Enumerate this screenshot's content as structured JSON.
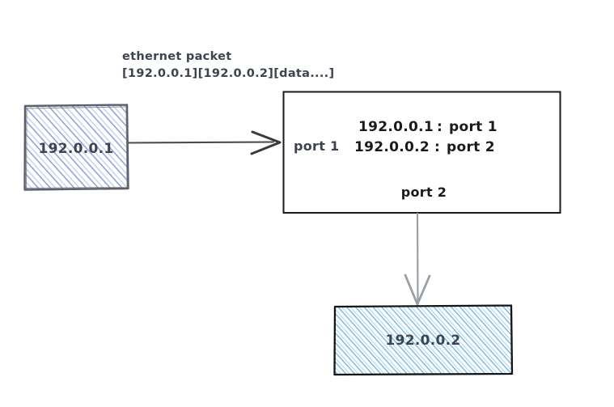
{
  "diagram": {
    "type": "network-switch-forwarding",
    "background_color": "#ffffff",
    "caption": {
      "line1": "ethernet packet",
      "line2": "[192.0.0.1][192.0.0.2][data....]"
    },
    "source_host": {
      "label": "192.0.0.1",
      "fill_color": "#7b8fd4",
      "border_color": "#5a5f6a"
    },
    "destination_host": {
      "label": "192.0.0.2",
      "fill_color": "#5ba9e0",
      "border_color": "#151515"
    },
    "switch": {
      "border_color": "#1a1a1a",
      "fill_color": "#ffffff",
      "port_in_label": "port 1",
      "port_out_label": "port 2",
      "table": [
        {
          "address": "192.0.0.1",
          "separator": ":",
          "port": "port 1"
        },
        {
          "address": "192.0.0.2",
          "separator": ":",
          "port": "port 2"
        }
      ]
    },
    "arrows": {
      "ingress_color": "#4a4a4a",
      "egress_color": "#9aa0a8"
    }
  }
}
